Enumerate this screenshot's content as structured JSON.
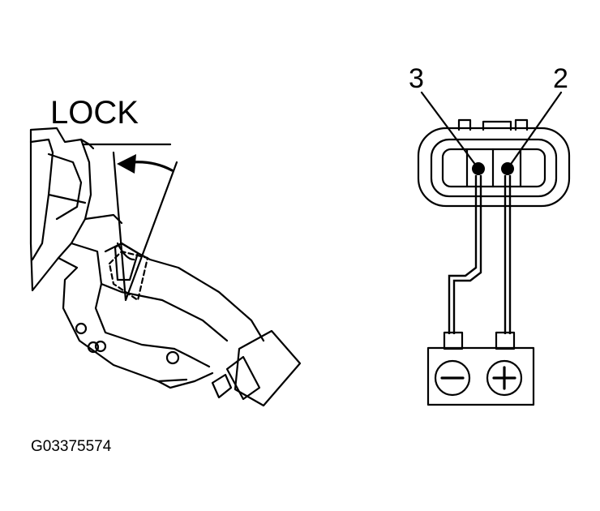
{
  "labels": {
    "lock": "LOCK",
    "pin_left": "3",
    "pin_right": "2",
    "figure_code": "G03375574"
  },
  "icons": {
    "lock_arrow": "curved-arrow-left-icon",
    "negative_terminal": "minus-icon",
    "positive_terminal": "plus-icon"
  },
  "colors": {
    "ink": "#000000",
    "background": "#ffffff"
  }
}
